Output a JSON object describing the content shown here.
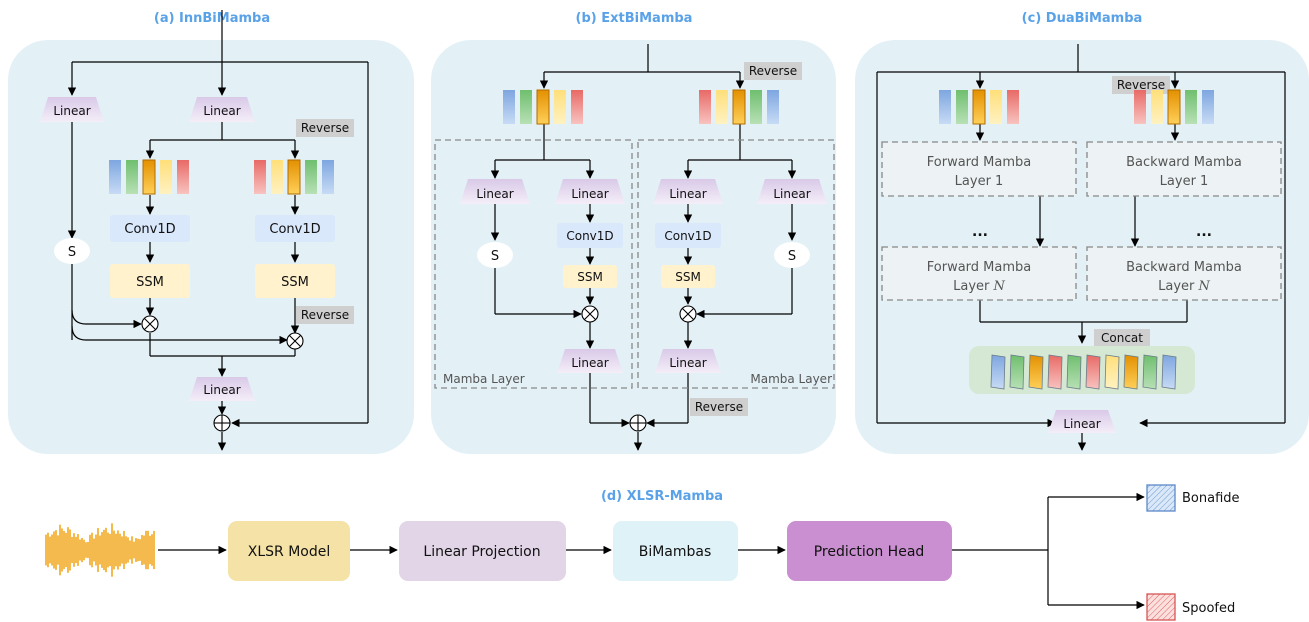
{
  "panels": {
    "a": {
      "title": "(a) InnBiMamba",
      "linear_left": "Linear",
      "linear_mid": "Linear",
      "reverse_top": "Reverse",
      "conv_left": "Conv1D",
      "conv_right": "Conv1D",
      "ssm_left": "SSM",
      "ssm_right": "SSM",
      "s": "S",
      "reverse_bottom": "Reverse",
      "linear_bottom": "Linear"
    },
    "b": {
      "title": "(b) ExtBiMamba",
      "reverse_top": "Reverse",
      "left": {
        "linear1": "Linear",
        "linear2": "Linear",
        "s": "S",
        "conv": "Conv1D",
        "ssm": "SSM",
        "linear_out": "Linear",
        "label": "Mamba Layer"
      },
      "right": {
        "linear1": "Linear",
        "linear2": "Linear",
        "s": "S",
        "conv": "Conv1D",
        "ssm": "SSM",
        "linear_out": "Linear",
        "label": "Mamba Layer"
      },
      "reverse_bottom": "Reverse"
    },
    "c": {
      "title": "(c) DuaBiMamba",
      "reverse_top": "Reverse",
      "fwd1": [
        "Forward Mamba",
        "Layer 1"
      ],
      "bwd1": [
        "Backward Mamba",
        "Layer 1"
      ],
      "ellipsis": "...",
      "fwdN": [
        "Forward Mamba",
        "Layer "
      ],
      "bwdN": [
        "Backward Mamba",
        "Layer "
      ],
      "n": "N",
      "concat": "Concat",
      "linear": "Linear"
    }
  },
  "pipeline": {
    "title": "(d) XLSR-Mamba",
    "blocks": [
      "XLSR Model",
      "Linear Projection",
      "BiMambas",
      "Prediction Head"
    ],
    "outputs": [
      "Bonafide",
      "Spoofed"
    ]
  },
  "colors": {
    "panel_bg": "#e3f1f7",
    "title": "#5aa2e8",
    "linear": "#e2d8ea",
    "conv": "#dae8fc",
    "ssm": "#fff2cc",
    "reverse_tag": "#cfcfcf",
    "concat_bg": "#d5e8d4",
    "token_blue": "#7ea6e0",
    "token_green": "#82c882",
    "token_orange": "#f0a30a",
    "token_yellow": "#ffe38a",
    "token_red": "#ea6b66",
    "xlsr": "#f4e2a6",
    "linproj": "#e1d5e7",
    "bimambas": "#dff2f7",
    "pred": "#c98fd0",
    "waveform": "#f2a922"
  }
}
